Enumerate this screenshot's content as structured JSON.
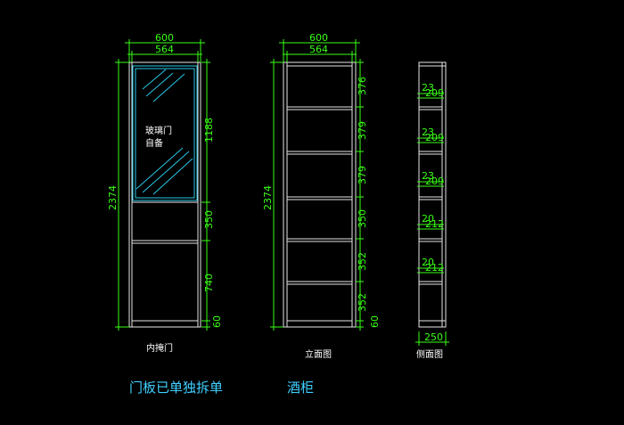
{
  "front_view": {
    "width_outer": "600",
    "width_inner": "564",
    "height_total": "2374",
    "door_glass_height": "1188",
    "mid_height": "350",
    "lower_height": "740",
    "base_height": "60",
    "glass_note_line1": "玻璃门",
    "glass_note_line2": "自备",
    "caption": "内掩门"
  },
  "elevation_view": {
    "width_outer": "600",
    "width_inner": "564",
    "height_total": "2374",
    "shelf_heights": [
      "376",
      "379",
      "379",
      "350",
      "352",
      "352"
    ],
    "base_height": "60",
    "caption": "立面图"
  },
  "side_view": {
    "depth": "250",
    "shelf_dims": [
      {
        "top": "23",
        "bottom": "209"
      },
      {
        "top": "23",
        "bottom": "209"
      },
      {
        "top": "23",
        "bottom": "209"
      },
      {
        "top": "20",
        "bottom": "212"
      },
      {
        "top": "20",
        "bottom": "212"
      }
    ],
    "caption": "侧面图"
  },
  "notes": {
    "door_note": "门板已单独拆单",
    "title": "酒柜"
  }
}
